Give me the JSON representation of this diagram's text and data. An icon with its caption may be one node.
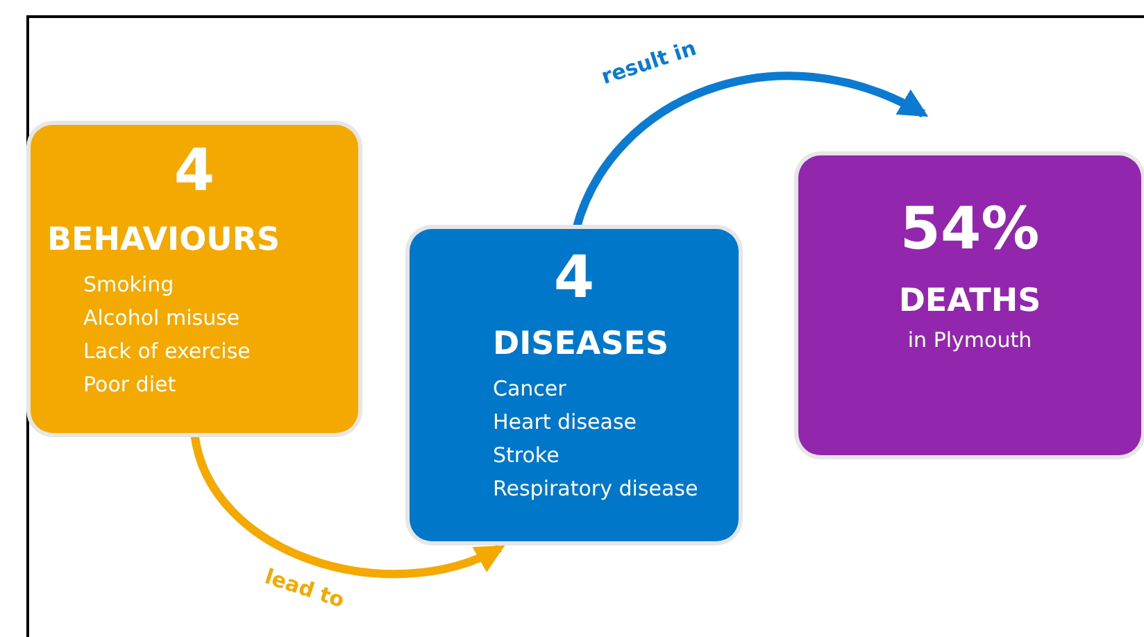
{
  "diagram": {
    "nodes": [
      {
        "text": [
          "4",
          "BEHAVIOURS",
          "Smoking",
          "Alcohol misuse",
          "Lack of exercise",
          "Poor diet"
        ]
      },
      {
        "text": [
          "4",
          "DISEASES",
          "Cancer",
          "Heart disease",
          "Stroke",
          "Respiratory disease"
        ]
      },
      {
        "text": [
          "54%",
          "DEATHS",
          "in Plymouth"
        ]
      }
    ],
    "edges": [
      {
        "from": 0,
        "to": 1,
        "arrow": "to",
        "label": "lead to",
        "color": "#f4a900"
      },
      {
        "from": 1,
        "to": 2,
        "arrow": "to",
        "label": "result in",
        "color": "#0a7bd0"
      }
    ]
  }
}
